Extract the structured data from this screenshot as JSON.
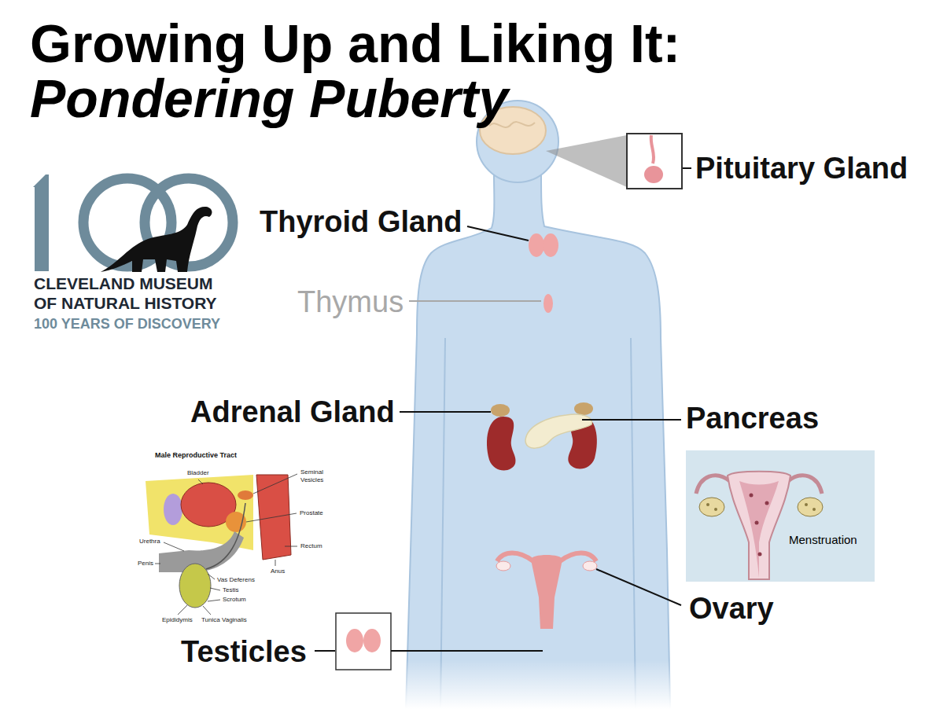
{
  "diagram": {
    "title": "Growing Up and Liking It:",
    "nodes": [
      {
        "text": [
          "Menstruation"
        ]
      }
    ],
    "labels": [
      "Pondering Puberty",
      "CLEVELAND MUSEUM OF NATURAL HISTORY",
      "100 YEARS OF DISCOVERY",
      "Pituitary Gland",
      "Thyroid Gland",
      "Thymus",
      "Adrenal Gland",
      "Pancreas",
      "Ovary",
      "Testicles",
      "Male Reproductive Tract",
      "Bladder",
      "Seminal Vesicles",
      "Prostate",
      "Rectum",
      "Urethra",
      "Anus",
      "Penis",
      "Vas Deferens",
      "Testis",
      "Scrotum",
      "Epididymis",
      "Tunica Vaginalis"
    ]
  }
}
